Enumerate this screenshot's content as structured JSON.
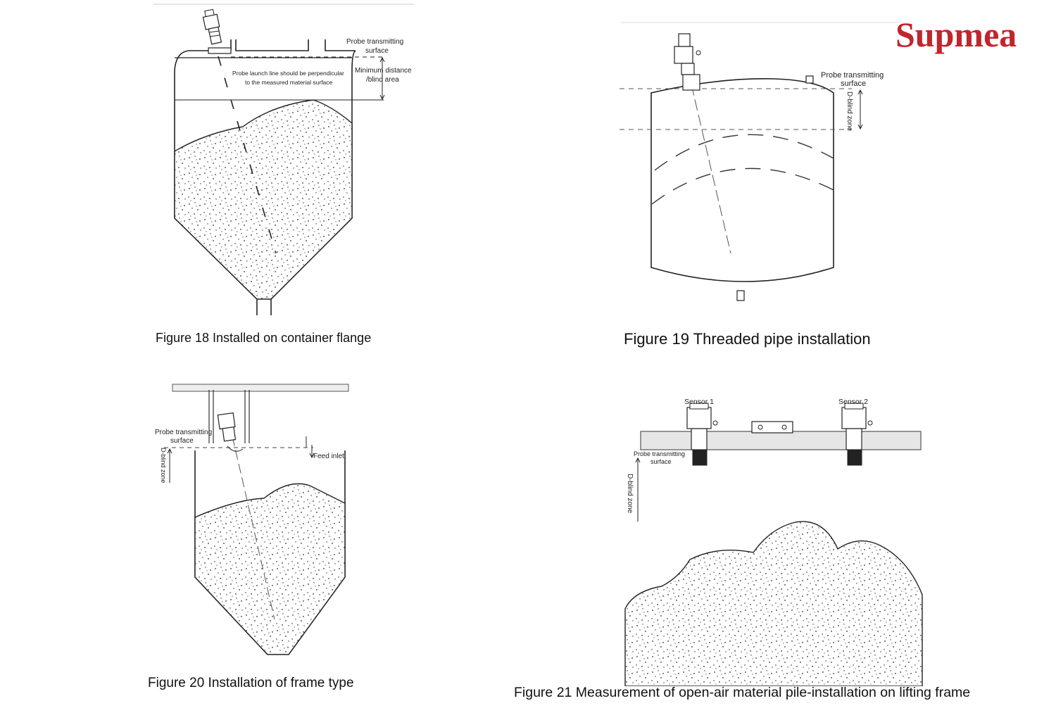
{
  "brand": {
    "name": "Supmea",
    "color": "#c0262d"
  },
  "figures": [
    {
      "caption": "Figure 18 Installed on container flange",
      "labels": {
        "probe_surface_1": "Probe transmitting",
        "probe_surface_2": "surface",
        "launch_line_1": "Probe launch line should be perpendicular",
        "launch_line_2": "to the measured material surface",
        "min_distance_1": "Minimum distance",
        "min_distance_2": "/blind area"
      }
    },
    {
      "caption": "Figure 19 Threaded pipe installation",
      "labels": {
        "probe_surface_1": "Probe transmitting",
        "probe_surface_2": "surface",
        "blind_zone": "D-blind zone"
      }
    },
    {
      "caption": "Figure 20 Installation of frame type",
      "labels": {
        "probe_surface_1": "Probe transmitting",
        "probe_surface_2": "surface",
        "blind_zone": "D-blind zone",
        "feed_inlet": "Feed inlet"
      }
    },
    {
      "caption": "Figure 21 Measurement of open-air material pile-installation on lifting frame",
      "labels": {
        "sensor_1": "Sensor 1",
        "sensor_2": "Sensor 2",
        "probe_surface_1": "Probe transmitting",
        "probe_surface_2": "surface",
        "blind_zone": "D-blind zone"
      }
    }
  ]
}
